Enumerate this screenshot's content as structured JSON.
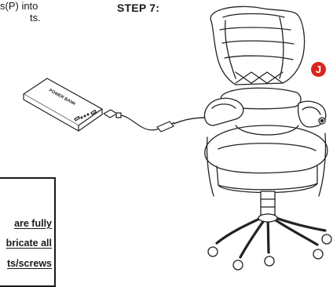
{
  "instructions": {
    "top_line_1": "s(P) into",
    "top_line_2": "ts.",
    "step_title": "STEP 7:"
  },
  "illustration": {
    "power_bank_label": "POWER BANK",
    "part_label": "J",
    "part_label_color": "#d9241c"
  },
  "notice": {
    "line_1": "are fully",
    "line_2": "bricate all",
    "line_3": "ts/screws"
  }
}
